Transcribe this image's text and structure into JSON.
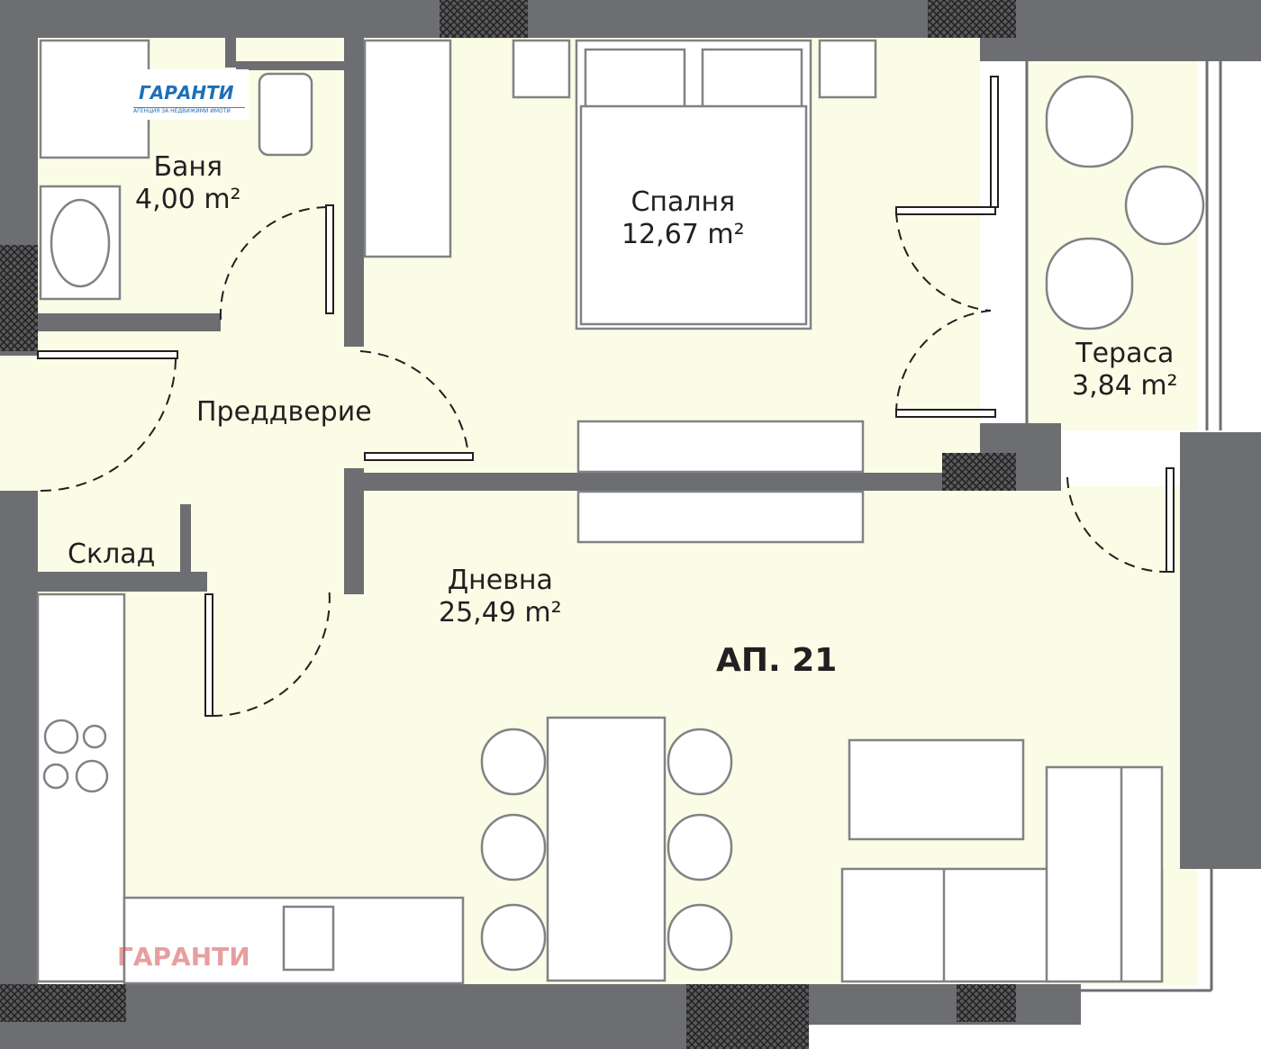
{
  "apartment": "АП. 21",
  "rooms": [
    {
      "name": "Баня",
      "area": "4,00 m²"
    },
    {
      "name": "Спалня",
      "area": "12,67 m²"
    },
    {
      "name": "Тераса",
      "area": "3,84 m²"
    },
    {
      "name": "Преддверие",
      "area": ""
    },
    {
      "name": "Склад",
      "area": ""
    },
    {
      "name": "Дневна",
      "area": "25,49 m²"
    }
  ],
  "logo": {
    "name": "ГАРАНТИ",
    "tagline": "АГЕНЦИЯ ЗА НЕДВИЖИМИ ИМОТИ"
  },
  "watermark": "ГАРАНТИ",
  "colors": {
    "wall": "#6d6e71",
    "floor": "#fbfce6",
    "furniture": "#808285",
    "text": "#231f20"
  }
}
